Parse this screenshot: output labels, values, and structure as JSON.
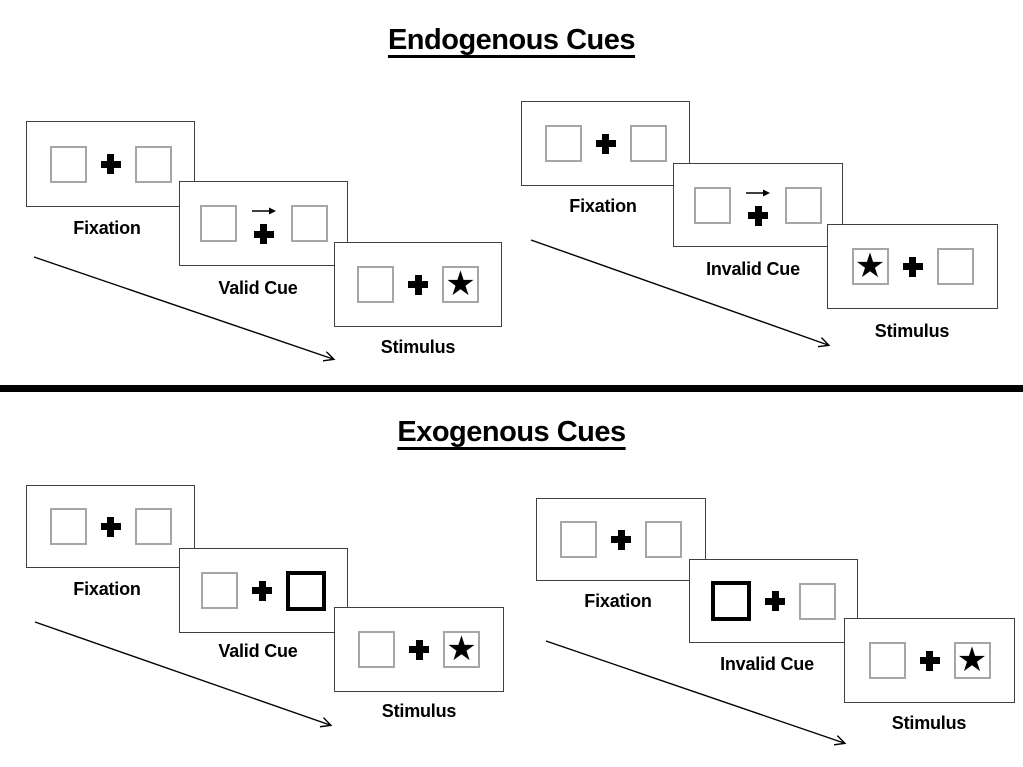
{
  "glyphs": {
    "star": "★"
  },
  "sections": [
    {
      "title": "Endogenous Cues",
      "sequences": [
        {
          "name": "valid",
          "panels": [
            {
              "label": "Fixation",
              "left": "empty",
              "right": "empty"
            },
            {
              "label": "Valid Cue",
              "left": "empty",
              "right": "empty",
              "cue_arrow": "right"
            },
            {
              "label": "Stimulus",
              "left": "empty",
              "right": "star"
            }
          ]
        },
        {
          "name": "invalid",
          "panels": [
            {
              "label": "Fixation",
              "left": "empty",
              "right": "empty"
            },
            {
              "label": "Invalid Cue",
              "left": "empty",
              "right": "empty",
              "cue_arrow": "right"
            },
            {
              "label": "Stimulus",
              "left": "star",
              "right": "empty"
            }
          ]
        }
      ]
    },
    {
      "title": "Exogenous Cues",
      "sequences": [
        {
          "name": "valid",
          "panels": [
            {
              "label": "Fixation",
              "left": "empty",
              "right": "empty"
            },
            {
              "label": "Valid Cue",
              "left": "empty",
              "right": "cue_box"
            },
            {
              "label": "Stimulus",
              "left": "empty",
              "right": "star"
            }
          ]
        },
        {
          "name": "invalid",
          "panels": [
            {
              "label": "Fixation",
              "left": "empty",
              "right": "empty"
            },
            {
              "label": "Invalid Cue",
              "left": "cue_box",
              "right": "empty"
            },
            {
              "label": "Stimulus",
              "left": "empty",
              "right": "star"
            }
          ]
        }
      ]
    }
  ]
}
